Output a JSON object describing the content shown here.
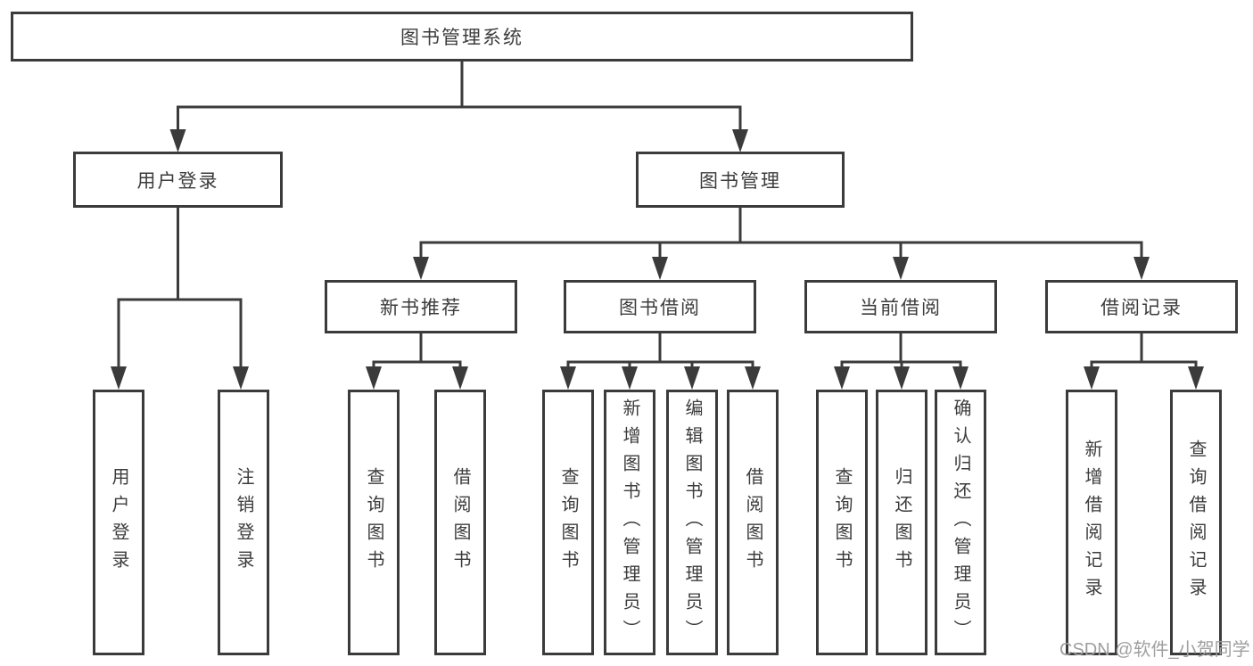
{
  "diagram": {
    "root": {
      "id": "library-management-system",
      "label": "图书管理系统"
    },
    "level2": [
      {
        "id": "user-login",
        "label": "用户登录",
        "parent": "图书管理系统"
      },
      {
        "id": "book-management",
        "label": "图书管理",
        "parent": "图书管理系统"
      }
    ],
    "level3": [
      {
        "id": "new-book-recommend",
        "label": "新书推荐",
        "parent": "图书管理"
      },
      {
        "id": "book-borrowing",
        "label": "图书借阅",
        "parent": "图书管理"
      },
      {
        "id": "current-borrowing",
        "label": "当前借阅",
        "parent": "图书管理"
      },
      {
        "id": "borrowing-records",
        "label": "借阅记录",
        "parent": "图书管理"
      }
    ],
    "leaves": [
      {
        "id": "leaf-user-login",
        "label": "用户登录",
        "parent": "用户登录"
      },
      {
        "id": "leaf-logout",
        "label": "注销登录",
        "parent": "用户登录"
      },
      {
        "id": "leaf-query-books-recommend",
        "label": "查询图书",
        "parent": "新书推荐"
      },
      {
        "id": "leaf-borrow-books-recommend",
        "label": "借阅图书",
        "parent": "新书推荐"
      },
      {
        "id": "leaf-query-books-borrowing",
        "label": "查询图书",
        "parent": "图书借阅"
      },
      {
        "id": "leaf-add-book-admin",
        "label": "新增图书（管理员）",
        "parent": "图书借阅"
      },
      {
        "id": "leaf-edit-book-admin",
        "label": "编辑图书（管理员）",
        "parent": "图书借阅"
      },
      {
        "id": "leaf-borrow-books-borrowing",
        "label": "借阅图书",
        "parent": "图书借阅"
      },
      {
        "id": "leaf-query-books-current",
        "label": "查询图书",
        "parent": "当前借阅"
      },
      {
        "id": "leaf-return-books",
        "label": "归还图书",
        "parent": "当前借阅"
      },
      {
        "id": "leaf-confirm-return-admin",
        "label": "确认归还（管理员）",
        "parent": "当前借阅"
      },
      {
        "id": "leaf-add-borrow-record",
        "label": "新增借阅记录",
        "parent": "借阅记录"
      },
      {
        "id": "leaf-query-borrow-record",
        "label": "查询借阅记录",
        "parent": "借阅记录"
      }
    ],
    "watermark": "CSDN @软件_小贺同学",
    "colors": {
      "line": "#3b3b3b",
      "border": "#3b3b3b",
      "text": "#3c3c3c",
      "watermark_text": "#9f9f9f",
      "background": "#ffffff"
    }
  }
}
